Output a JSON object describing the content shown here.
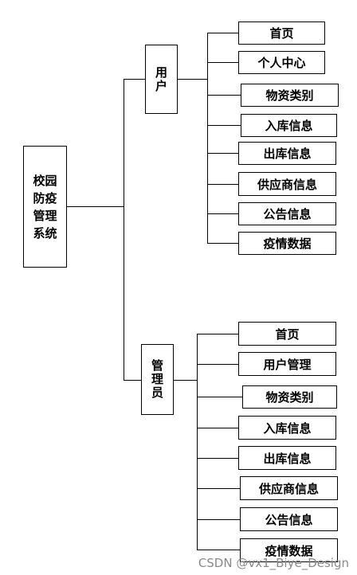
{
  "root": {
    "label": "校园防疫管理系统"
  },
  "groups": [
    {
      "id": "user",
      "label": "用户",
      "items": [
        "首页",
        "个人中心",
        "物资类别",
        "入库信息",
        "出库信息",
        "供应商信息",
        "公告信息",
        "疫情数据"
      ]
    },
    {
      "id": "admin",
      "label": "管理员",
      "items": [
        "首页",
        "用户管理",
        "物资类别",
        "入库信息",
        "出库信息",
        "供应商信息",
        "公告信息",
        "疫情数据"
      ]
    }
  ],
  "watermark": "CSDN @vx1_Biye_Design"
}
